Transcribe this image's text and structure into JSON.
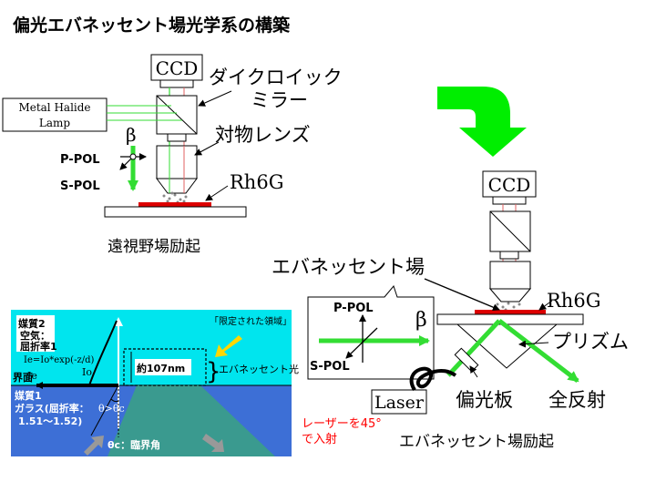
{
  "title": "偏光エバネッセント場光学系の構築",
  "top_setup": {
    "ccd_label": "CCD",
    "dichroic_label_1": "ダイクロイック",
    "dichroic_label_2": "ミラー",
    "lamp_label_1": "Metal Halide",
    "lamp_label_2": "Lamp",
    "beta_label": "β",
    "ppol_label": "P-POL",
    "spol_label": "S-POL",
    "objective_label": "対物レンズ",
    "sample_label": "Rh6G",
    "caption": "遠視野場励起"
  },
  "inset": {
    "medium2_line1": "媒質2",
    "medium2_line2": "空気：",
    "medium2_line3": "屈折率1",
    "formula": "Ie=Io*exp(-z/d)",
    "ie_label": "Ie",
    "io_label": "Io",
    "interface_label": "界面",
    "limited_region_label": "「限定された領域」",
    "depth_label": "約107nm",
    "evanescent_light_label": "エバネッセント光",
    "angle_condition": "θ>θc",
    "medium1_line1": "媒質1",
    "medium1_line2": "ガラス(屈折率：",
    "medium1_line3": "1.51～1.52)",
    "critical_angle_label": "θc：臨界角"
  },
  "bottom_setup": {
    "ccd_label": "CCD",
    "evanescent_field_label": "エバネッセント場",
    "sample_label": "Rh6G",
    "ppol_label": "P-POL",
    "spol_label": "S-POL",
    "beta_label": "β",
    "prism_label": "プリズム",
    "laser_label": "Laser",
    "polarizer_label": "偏光板",
    "total_reflection_label": "全反射",
    "incidence_note_1": "レーザーを45°",
    "incidence_note_2": "で入射",
    "caption": "エバネッセント場励起"
  },
  "colors": {
    "beam_green": "#33dd33",
    "big_arrow_green": "#00ee00",
    "sample_red": "#dd0000",
    "inset_upper_cyan": "#00e5ee",
    "inset_lower_blue": "#3d6fd6",
    "note_red": "#ff0000",
    "highlight_yellow": "#ffd700"
  }
}
